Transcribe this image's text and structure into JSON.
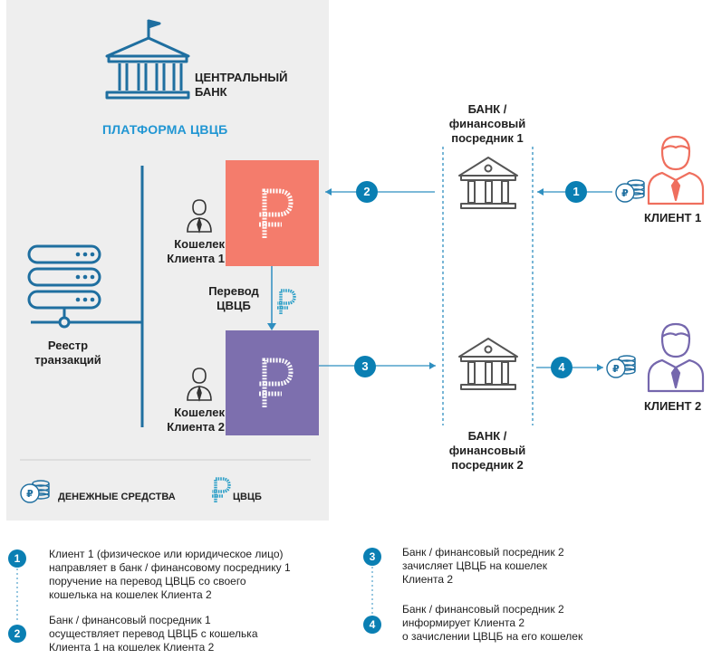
{
  "central_bank": {
    "label": "ЦЕНТРАЛЬНЫЙ\nБАНК"
  },
  "platform": {
    "label": "ПЛАТФОРМА ЦВЦБ"
  },
  "registry": {
    "label": "Реестр\nтранзакций"
  },
  "wallet1": {
    "label": "Кошелек\nКлиента 1",
    "color": "#f47c6c"
  },
  "wallet2": {
    "label": "Кошелек\nКлиента 2",
    "color": "#7d6fae"
  },
  "transfer": {
    "label": "Перевод\nЦВЦБ"
  },
  "bank1": {
    "label": "БАНК /\nфинансовый\nпосредник 1"
  },
  "bank2": {
    "label": "БАНК /\nфинансовый\nпосредник 2"
  },
  "client1": {
    "label": "КЛИЕНТ 1",
    "color": "#ef6f5e"
  },
  "client2": {
    "label": "КЛИЕНТ 2",
    "color": "#7567ad"
  },
  "steps_on_diagram": [
    "1",
    "2",
    "3",
    "4"
  ],
  "legend": {
    "money": "ДЕНЕЖНЫЕ СРЕДСТВА",
    "cbdc": "ЦВЦБ"
  },
  "steps": [
    {
      "num": "1",
      "text": "Клиент 1 (физическое или юридическое лицо)\nнаправляет в банк / финансовому посреднику 1\nпоручение на перевод ЦВЦБ со своего\nкошелька на кошелек Клиента 2"
    },
    {
      "num": "2",
      "text": "Банк / финансовый посредник 1\nосуществляет перевод ЦВЦБ с кошелька\nКлиента 1 на кошелек Клиента 2"
    },
    {
      "num": "3",
      "text": "Банк / финансовый посредник 2\nзачисляет ЦВЦБ на кошелек\nКлиента 2"
    },
    {
      "num": "4",
      "text": "Банк / финансовый посредник 2\nинформирует Клиента 2\nо зачислении ЦВЦБ на его кошелек"
    }
  ],
  "colors": {
    "accent": "#0a7fb3",
    "line": "#2f8fc0",
    "icon": "#1f6fa0",
    "panel": "#eeeeee"
  }
}
